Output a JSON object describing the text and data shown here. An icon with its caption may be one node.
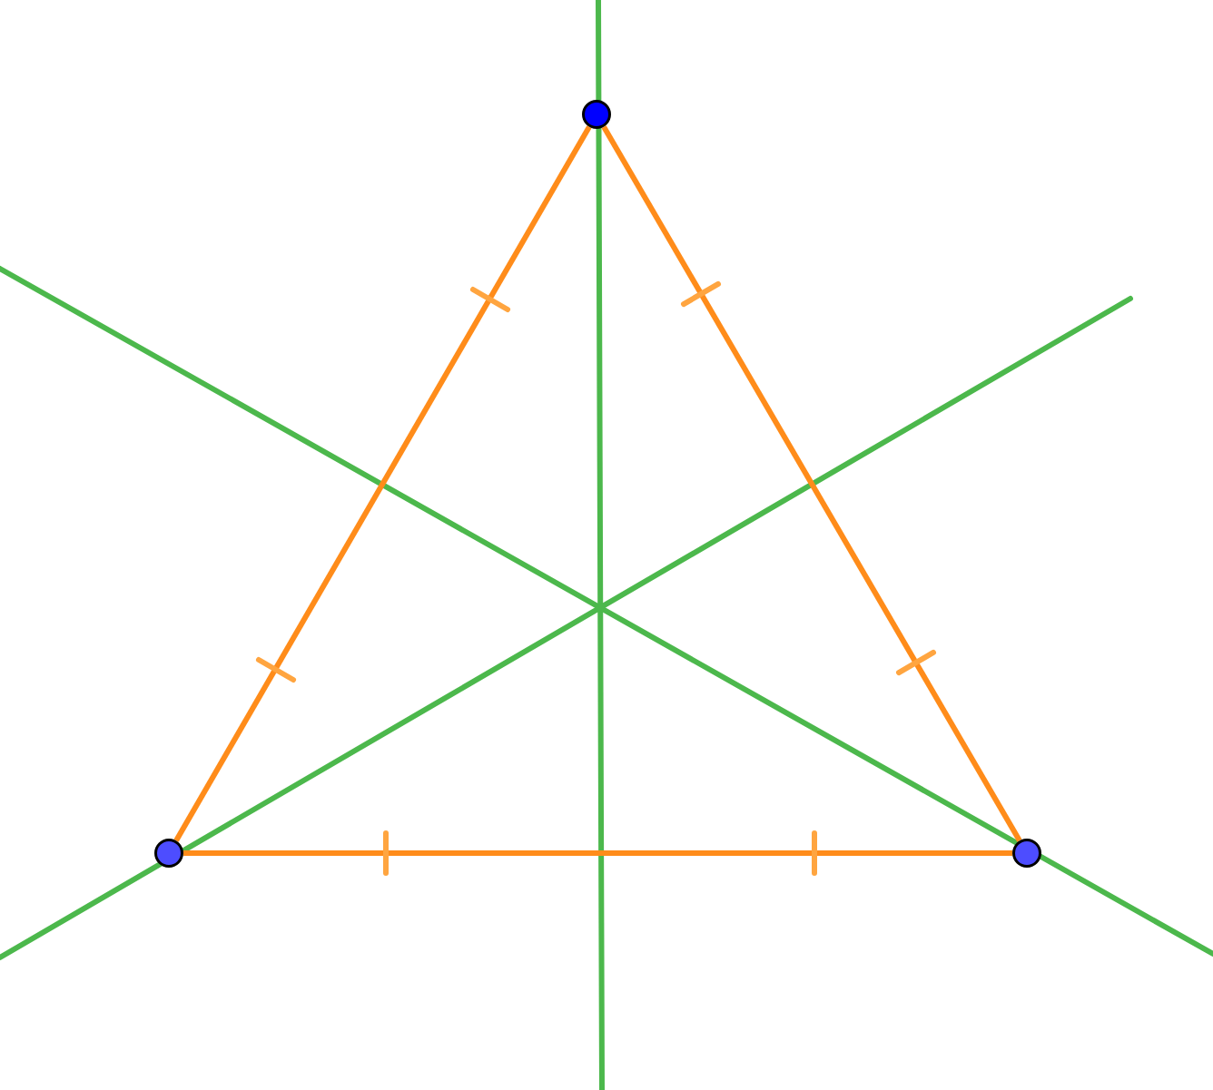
{
  "diagram": {
    "nodes": [
      {
        "text": [],
        "shape": "circle"
      },
      {
        "text": [],
        "shape": "circle"
      },
      {
        "text": [],
        "shape": "circle"
      }
    ],
    "edges": [
      {
        "from": 0,
        "to": 1,
        "arrow": "none"
      },
      {
        "from": 1,
        "to": 2,
        "arrow": "none"
      },
      {
        "from": 2,
        "to": 0,
        "arrow": "none"
      }
    ]
  }
}
